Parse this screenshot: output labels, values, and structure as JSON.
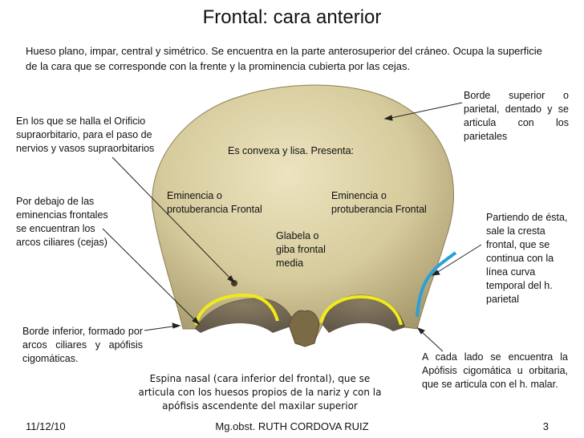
{
  "slide": {
    "title": "Frontal: cara anterior",
    "intro": "Hueso plano, impar, central y simétrico. Se encuentra en la parte anterosuperior del cráneo. Ocupa la superficie de la cara que se corresponde con la frente y la prominencia cubierta por las cejas.",
    "notes": {
      "foramen": "En los que se halla el Orificio supraorbitario, para el paso de nervios y vasos supraorbitarios",
      "arcos": "Por debajo de las eminencias frontales se encuentran los arcos ciliares (cejas)",
      "borde_inferior": "Borde inferior, formado por arcos ciliares y apófisis cigomáticas.",
      "convexa": "Es convexa y lisa. Presenta:",
      "eminencia_izq": "Eminencia o protuberancia Frontal",
      "eminencia_der": "Eminencia o protuberancia Frontal",
      "glabela": "Glabela o giba frontal media",
      "borde_superior": "Borde superior o parietal, dentado y se articula con los parietales",
      "cresta": "Partiendo de ésta, sale la cresta frontal, que se continua con la línea curva temporal del h. parietal",
      "cigomatica": "A cada lado se encuentra la Apófisis cigomática u orbitaria, que se articula con el h. malar.",
      "espina": "Espina nasal (cara inferior del frontal), que se articula con los huesos propios de la nariz y con la apófisis ascendente del maxilar superior"
    },
    "footer": {
      "date": "11/12/10",
      "author": "Mg.obst. RUTH CORDOVA RUIZ",
      "page": "3"
    },
    "colors": {
      "bone": "#d9cfa2",
      "bone_shadow": "#9c8f62",
      "arc_line": "#f0ea1c",
      "crest_line": "#2aa0d8"
    }
  }
}
